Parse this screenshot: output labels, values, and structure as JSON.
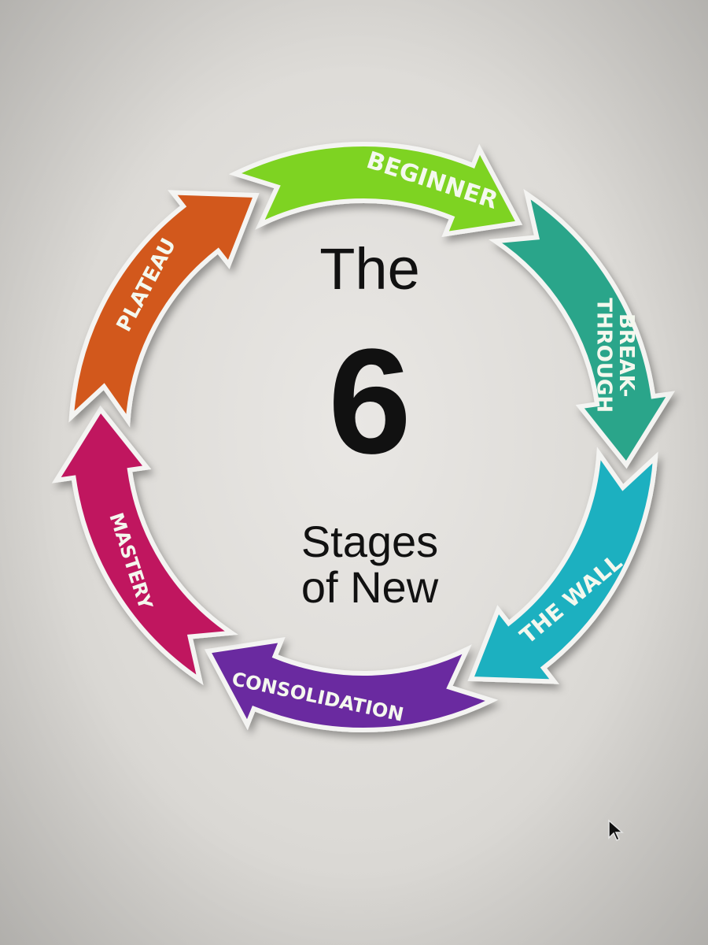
{
  "title": {
    "line1": "The",
    "number": "6",
    "line3": "Stages",
    "line4": "of New"
  },
  "stages": [
    {
      "label": "BEGINNER",
      "color": "#7ed321"
    },
    {
      "label": "BREAK-",
      "label2": "THROUGH",
      "color": "#2aa58a"
    },
    {
      "label": "THE WALL",
      "color": "#1fb0c0"
    },
    {
      "label": "CONSOLIDATION",
      "color": "#6a2aa0"
    },
    {
      "label": "MASTERY",
      "color": "#c0175f"
    },
    {
      "label": "PLATEAU",
      "color": "#d2581a"
    }
  ],
  "icons": {
    "cursor": "mouse-pointer-icon"
  }
}
